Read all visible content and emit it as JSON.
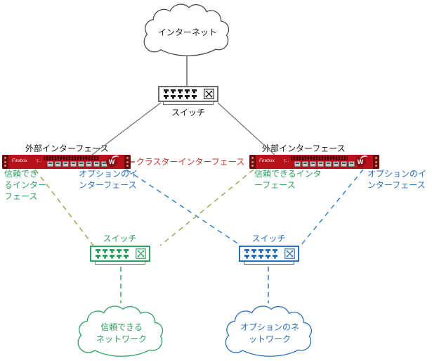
{
  "palette": {
    "trusted_green": "#2ea15f",
    "optional_blue": "#2a72b8",
    "trusted_link_olive": "#a0a142",
    "cluster_red": "#c5372e",
    "firebox_red": "#b5121b"
  },
  "internet": {
    "cloud_label": "インターネット"
  },
  "top_switch": {
    "label": "スイッチ"
  },
  "firewalls": {
    "left": {
      "label": "外部インターフェース",
      "brand": "Firebox",
      "logo_letter": "W"
    },
    "right": {
      "label": "外部インターフェース",
      "brand": "Firebox",
      "logo_letter": "W"
    }
  },
  "cluster": {
    "label": "クラスターインターフェース"
  },
  "interfaces": {
    "left_trusted": "信頼でき\nるインター\nフェース",
    "left_optional": "オプションのイ\nンターフェース",
    "right_trusted": "信頼できるインタ\nーフェース",
    "right_optional": "オプションのイ\nンターフェース"
  },
  "trusted": {
    "switch_label": "スイッチ",
    "cloud_label": "信頼できる\nネットワーク"
  },
  "optional": {
    "switch_label": "スイッチ",
    "cloud_label": "オプションのネ\nットワーク"
  }
}
